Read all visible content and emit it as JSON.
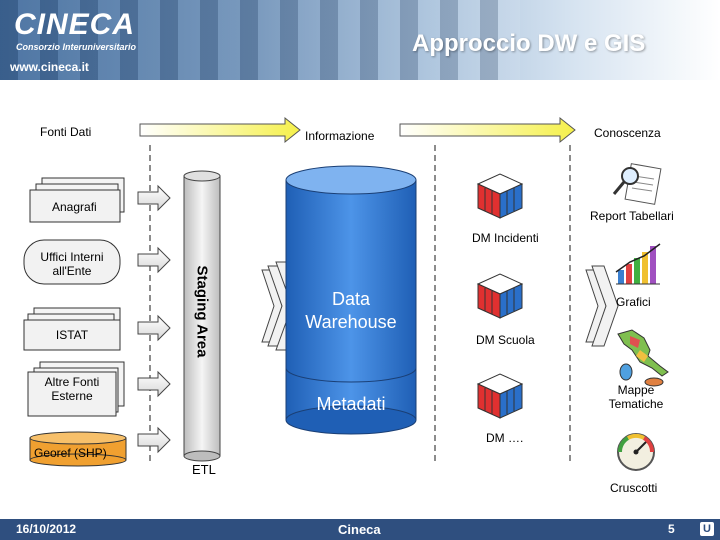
{
  "header": {
    "logo": "CINECA",
    "consorzio": "Consorzio Interuniversitario",
    "url": "www.cineca.it",
    "title": "Approccio DW e GIS"
  },
  "labels": {
    "fonti_dati": "Fonti Dati",
    "informazione": "Informazione",
    "conoscenza": "Conoscenza",
    "anagrafi": "Anagrafi",
    "uffici_line1": "Uffici Interni",
    "uffici_line2": "all'Ente",
    "istat": "ISTAT",
    "altre_line1": "Altre Fonti",
    "altre_line2": "Esterne",
    "georef": "Georef (SHP)",
    "staging": "Staging Area",
    "data_wh_line1": "Data",
    "data_wh_line2": "Warehouse",
    "metadati": "Metadati",
    "etl": "ETL",
    "dm_incidenti": "DM Incidenti",
    "dm_scuola": "DM Scuola",
    "dm_dots": "DM ….",
    "report": "Report Tabellari",
    "grafici": "Grafici",
    "mappe_line1": "Mappe",
    "mappe_line2": "Tematiche",
    "cruscotti": "Cruscotti"
  },
  "footer": {
    "date": "16/10/2012",
    "org": "Cineca",
    "page": "5"
  },
  "colors": {
    "blue_db": "#2a6fc9",
    "arrow_yellow": "#f5f04a",
    "footer": "#2f4f7f",
    "georef_orange": "#f0a030"
  }
}
